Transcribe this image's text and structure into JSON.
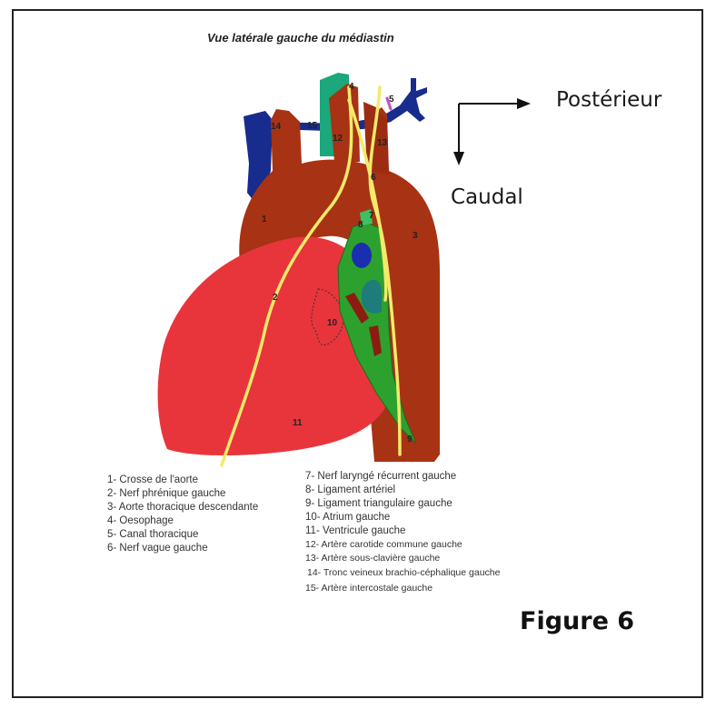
{
  "figure": {
    "title": "Vue latérale gauche du médiastin",
    "figure_label": "Figure 6",
    "orientation": {
      "posterior": "Postérieur",
      "caudal": "Caudal"
    },
    "colors": {
      "artery": "#a83214",
      "ventricle": "#e8353c",
      "vein": "#172c8c",
      "oesophagus": "#1aa87c",
      "ligament": "#2da12e",
      "nerve": "#f2ea6a"
    },
    "numbers": [
      "1",
      "2",
      "3",
      "4",
      "5",
      "6",
      "7",
      "8",
      "9",
      "10",
      "11",
      "12",
      "13",
      "14",
      "15"
    ],
    "legend_left": [
      "1-  Crosse de l'aorte",
      "2- Nerf phrénique gauche",
      "3- Aorte thoracique descendante",
      "4- Oesophage",
      "5- Canal thoracique",
      "6- Nerf vague gauche"
    ],
    "legend_right": [
      "7- Nerf laryngé récurrent gauche",
      "8- Ligament artériel",
      "9- Ligament triangulaire gauche",
      "10- Atrium gauche",
      "11- Ventricule gauche",
      "12- Artère carotide commune gauche",
      "13- Artère sous-clavière gauche",
      "14- Tronc veineux brachio-céphalique gauche",
      "15- Artère intercostale gauche"
    ]
  }
}
